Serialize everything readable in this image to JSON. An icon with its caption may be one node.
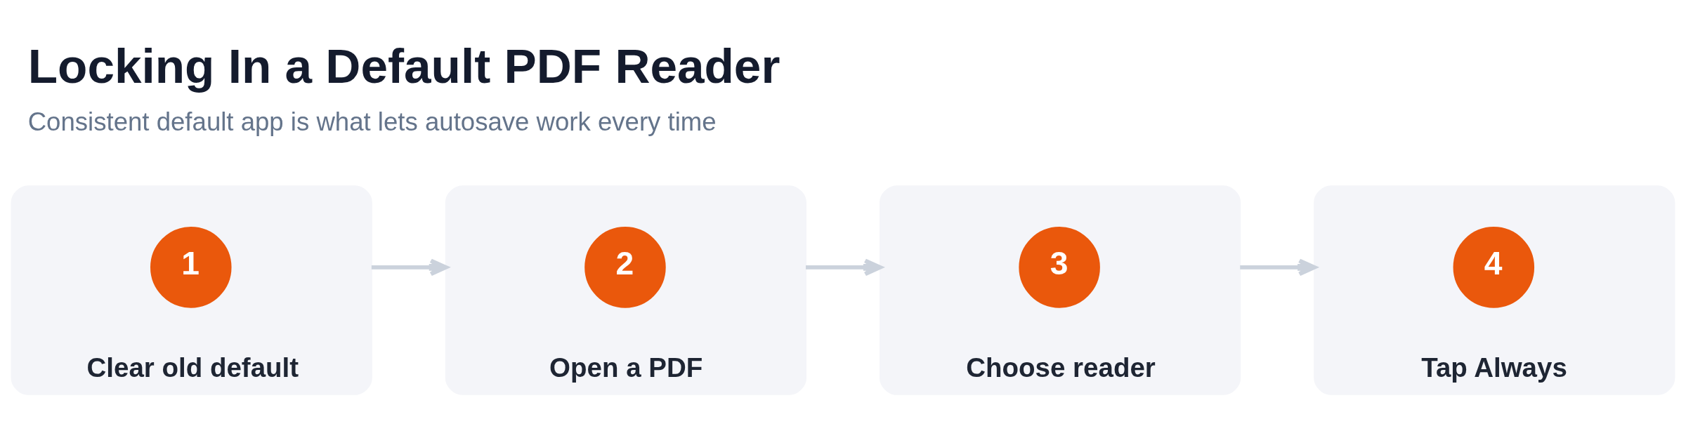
{
  "diagram": {
    "title": "Locking In a Default PDF Reader",
    "caption": "Consistent default app is what lets autosave work every time",
    "nodes": [
      {
        "text": [
          "Clear old default"
        ]
      },
      {
        "text": [
          "1"
        ],
        "in": 0
      },
      {
        "text": [
          "Open a PDF"
        ]
      },
      {
        "text": [
          "2"
        ],
        "in": 2
      },
      {
        "text": [
          "Choose reader"
        ]
      },
      {
        "text": [
          "3"
        ],
        "in": 4
      },
      {
        "text": [
          "Tap Always"
        ]
      },
      {
        "text": [
          "4"
        ],
        "in": 6
      }
    ],
    "edges": [
      {
        "from": 0,
        "to": 2,
        "arrow": "to"
      },
      {
        "from": 2,
        "to": 4,
        "arrow": "to"
      },
      {
        "from": 4,
        "to": 6,
        "arrow": "to"
      }
    ]
  }
}
